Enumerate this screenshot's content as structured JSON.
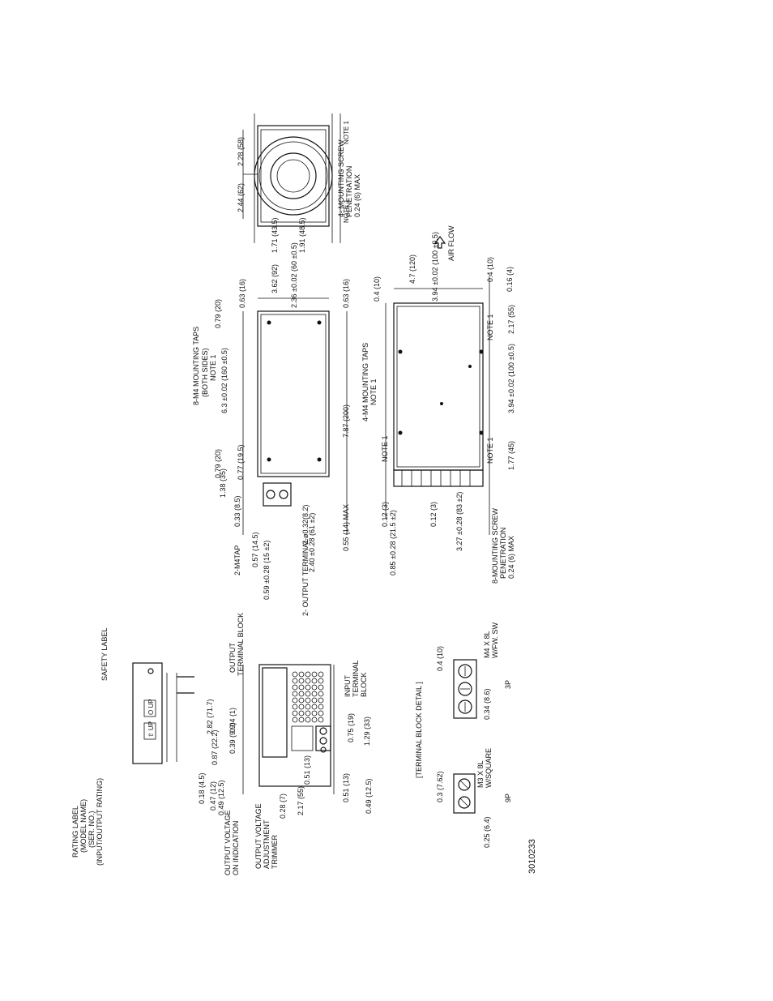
{
  "drawing_id": "3010233",
  "air_flow": "AIR FLOW",
  "top_view": {
    "note_a": "NOTE 1",
    "note_b": "NOTE 1",
    "dim_a": "2.28 (58)",
    "dim_b": "2.44 (62)",
    "dim_c": "1.71 (43.5)",
    "dim_d": "1.91 (48.5)",
    "mount_screw": "4- MOUNTING SCREW",
    "mount_screw2": "PENETRATION",
    "mount_screw3": "0.24 (6) MAX"
  },
  "side_view": {
    "taps1": "8-M4 MOUNTING TAPS",
    "taps2": "(BOTH SIDES)",
    "taps3": "NOTE 1",
    "d1": "0.63 (16)",
    "d2": "3.62 (92)",
    "d3": "2.36 ±0.02 (60 ±0.5)",
    "d4": "0.63 (16)",
    "d5": "0.79 (20)",
    "d6": "6.3 ±0.02 (160 ±0.5)",
    "d7": "0.79 (20)",
    "d8": "0.77 (19.5)",
    "d9": "1.38 (35)",
    "d10": "0.33 (8.5)",
    "d11": "7.87 (200)",
    "d12": "0.55 (14) MAX",
    "d13": "2-M4TAP",
    "d14": "0.57 (14.5)",
    "d15": "0.59 ±0.28 (15 ±2)",
    "d16": "2-ø0.32(8.2)",
    "d17": "2.40 ±0.28 (61 ±2)",
    "d18": "2- OUTPUT TERMINAL"
  },
  "bottom_view": {
    "taps1": "4-M4 MOUNTING TAPS",
    "taps2": "NOTE 1",
    "note1": "NOTE 1",
    "note2": "NOTE 1",
    "note3": "NOTE 1",
    "d1": "0.4 (10)",
    "d2": "4.7 (120)",
    "d3": "3.94 ±0.02 (100 ±0.5)",
    "d4": "0.4 (10)",
    "d5": "0.16 (4)",
    "d6": "2.17 (55)",
    "d7": "3.94 ±0.02 (100 ±0.5)",
    "d8": "1.77 (45)",
    "d9": "0.12 (3)",
    "d10": "0.12 (3)",
    "d11": "3.27 ±0.28 (83 ±2)",
    "d12": "0.85 ±0.28 (21.5 ±2)",
    "screw1": "8-MOUNTING SCREW",
    "screw2": "PENETRATION",
    "screw3": "0.24 (6) MAX"
  },
  "front_view": {
    "rating1": "RATING LABEL",
    "rating2": "(MODEL NAME)",
    "rating3": "(SER. NO.)",
    "rating4": "(INPUT/OUTPUT RATING)",
    "safety": "SAFETY LABEL",
    "out_tb1": "OUTPUT",
    "out_tb2": "TERMINAL BLOCK",
    "in_tb1": "INPUT",
    "in_tb2": "TERMINAL",
    "in_tb3": "BLOCK",
    "ov1": "OUTPUT VOLTAGE",
    "ov2": "ON INDICATION",
    "ova1": "OUTPUT VOLTAGE",
    "ova2": "ADJUSTMENT",
    "ova3": "TRIMMER",
    "d1": "2.82 (71.7)",
    "d2": "0.87 (22.2)",
    "d3": "0.04 (1)",
    "d4": "0.39 (9.9)",
    "d5": "0.18 (4.5)",
    "d6": "0.47 (12)",
    "d7": "0.49 (12.5)",
    "d8": "0.28 (7)",
    "d9": "2.17 (55)",
    "d10": "0.51 (13)",
    "d11": "0.51 (13)",
    "d12": "0.49 (12.5)",
    "d13": "0.75 (19)",
    "d14": "1.29 (33)",
    "label_left": "⇧ UP",
    "label_right": "O UP"
  },
  "terminal_detail": {
    "title": "[TERMINAL BLOCK DETAIL ]",
    "d1": "0.3 (7.62)",
    "d2": "0.4 (10)",
    "d3": "0.25 (6.4)",
    "d4": "0.34 (8.6)",
    "m3": "M3 X 8L",
    "m3b": "W/SQUARE",
    "m4": "M4 X 8L",
    "m4b": "W/FW. SW",
    "p9": "9P",
    "p3": "3P"
  }
}
